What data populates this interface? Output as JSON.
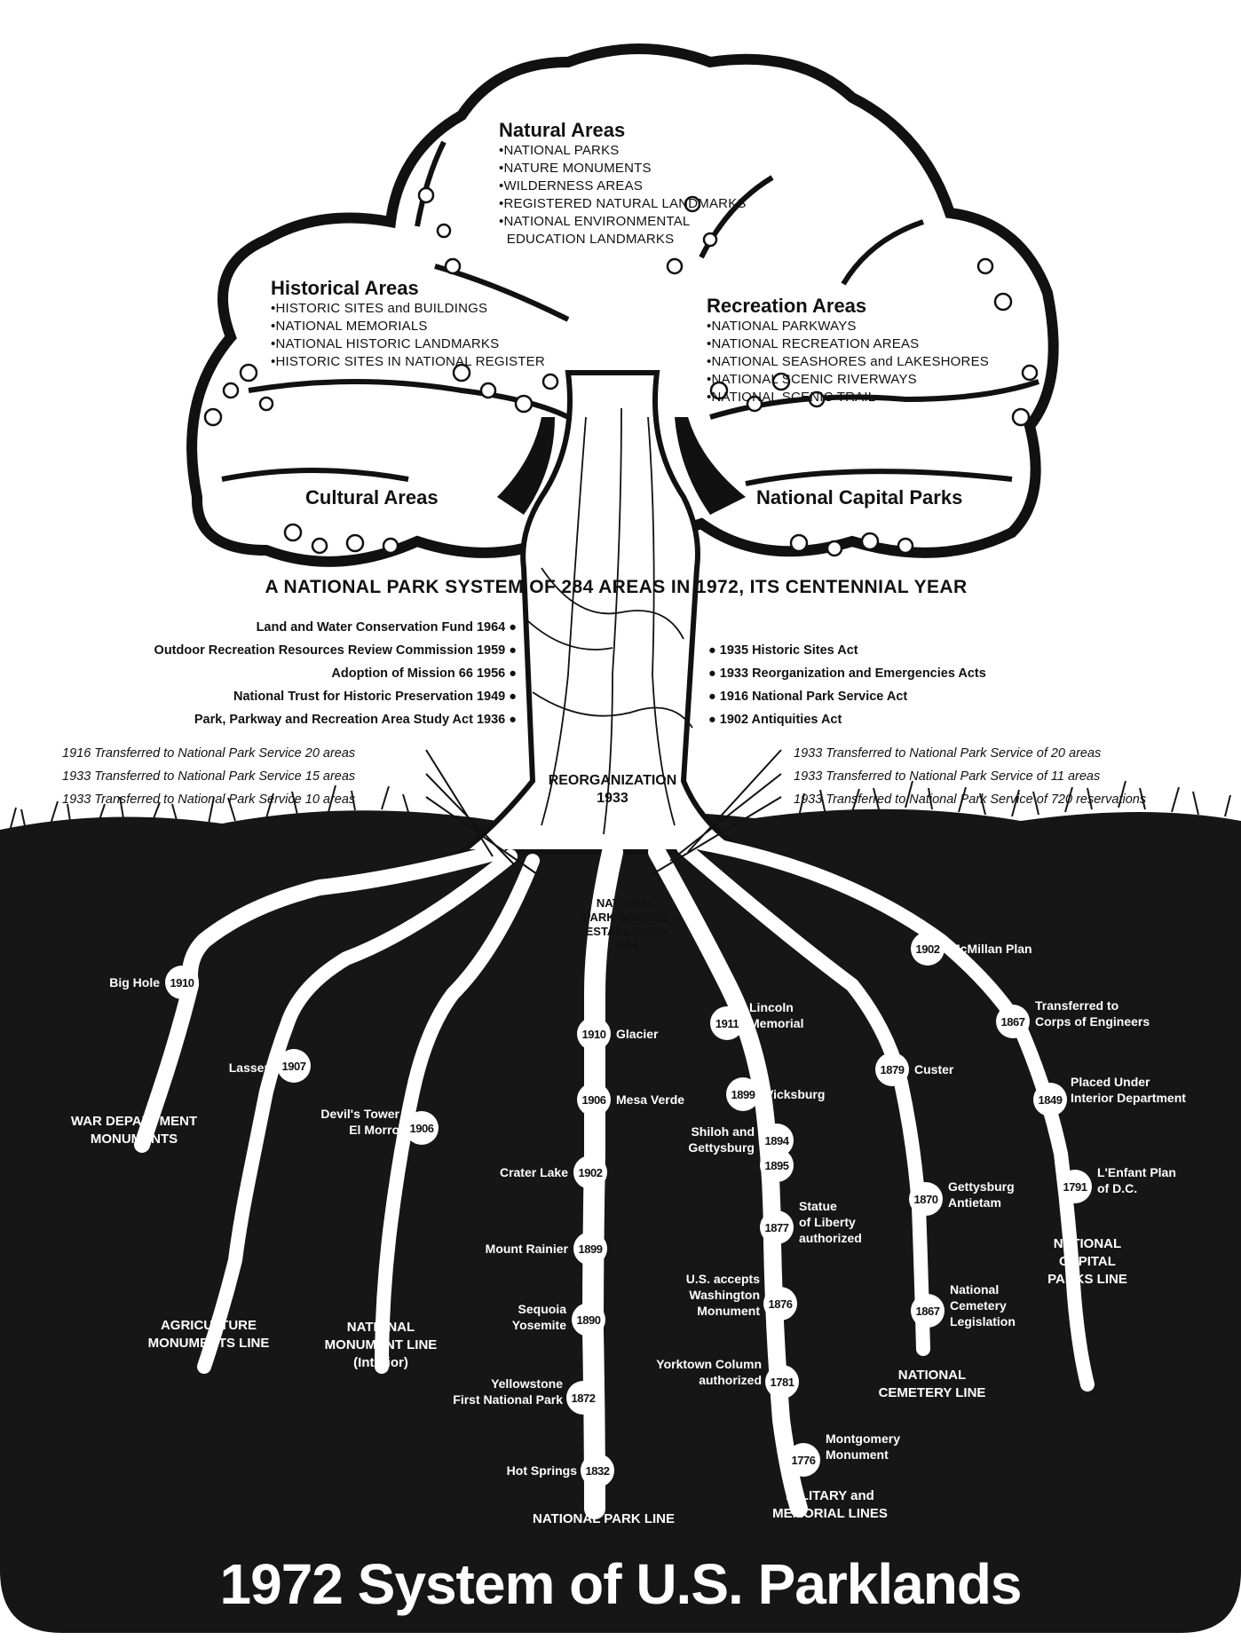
{
  "title": "1972 System of U.S. Parklands",
  "banner": "A NATIONAL PARK SYSTEM OF 284 AREAS IN 1972, ITS CENTENNIAL YEAR",
  "canopy": {
    "natural": {
      "heading": "Natural Areas",
      "items": [
        "•NATIONAL PARKS",
        "•NATURE MONUMENTS",
        "•WILDERNESS AREAS",
        "•REGISTERED NATURAL LANDMARKS",
        "•NATIONAL ENVIRONMENTAL",
        "  EDUCATION LANDMARKS"
      ]
    },
    "historical": {
      "heading": "Historical Areas",
      "items": [
        "•HISTORIC SITES and BUILDINGS",
        "•NATIONAL MEMORIALS",
        "•NATIONAL HISTORIC LANDMARKS",
        "•HISTORIC SITES IN NATIONAL REGISTER"
      ]
    },
    "recreation": {
      "heading": "Recreation Areas",
      "items": [
        "•NATIONAL PARKWAYS",
        "•NATIONAL RECREATION AREAS",
        "•NATIONAL SEASHORES and LAKESHORES",
        "•NATIONAL SCENIC RIVERWAYS",
        "•NATIONAL SCENIC TRAIL"
      ]
    },
    "cultural": {
      "heading": "Cultural Areas"
    },
    "capital": {
      "heading": "National Capital Parks"
    }
  },
  "acts_left": [
    "Land and Water Conservation Fund 1964 ●",
    "Outdoor Recreation Resources Review Commission 1959 ●",
    "Adoption of Mission 66 1956 ●",
    "National Trust for Historic Preservation 1949 ●",
    "Park, Parkway and Recreation Area Study Act 1936 ●"
  ],
  "acts_right": [
    "● 1935 Historic Sites Act",
    "● 1933 Reorganization and Emergencies Acts",
    "● 1916 National Park Service Act",
    "● 1902 Antiquities Act"
  ],
  "transfers_left": [
    "1916 Transferred to National Park Service 20 areas",
    "1933 Transferred to National Park Service 15 areas",
    "1933 Transferred to National Park Service 10 areas"
  ],
  "transfers_right": [
    "1933 Transferred to National Park Service of 20 areas",
    "1933 Transferred to National Park Service of 11 areas",
    "1933 Transferred to National Park Service of 720 reservations"
  ],
  "reorganization": {
    "label": "REORGANIZATION",
    "year": "1933"
  },
  "nps_established": [
    "NATIONAL",
    "PARK SERVICE",
    "ESTABLISHED",
    "1916"
  ],
  "lines": {
    "war": "WAR DEPARTMENT\nMONUMENTS",
    "agriculture": "AGRICULTURE\nMONUMENTS LINE",
    "monument": "NATIONAL\nMONUMENT LINE\n(Interior)",
    "park": "NATIONAL PARK LINE",
    "military": "MILITARY and\nMEMORIAL LINES",
    "cemetery": "NATIONAL\nCEMETERY LINE",
    "capital": "NATIONAL\nCAPITAL\nPARKS LINE"
  },
  "milestones": [
    {
      "label": "Big Hole",
      "year": "1910"
    },
    {
      "label": "Lassen",
      "year": "1907"
    },
    {
      "label": "Devil's Tower\nEl Morro",
      "year": "1906"
    },
    {
      "label": "Glacier",
      "year": "1910"
    },
    {
      "label": "Mesa Verde",
      "year": "1906"
    },
    {
      "label": "Crater Lake",
      "year": "1902"
    },
    {
      "label": "Mount Rainier",
      "year": "1899"
    },
    {
      "label": "Sequoia\nYosemite",
      "year": "1890"
    },
    {
      "label": "Yellowstone\nFirst National Park",
      "year": "1872"
    },
    {
      "label": "Hot Springs",
      "year": "1832"
    },
    {
      "label": "Lincoln\nMemorial",
      "year": "1911"
    },
    {
      "label": "Vicksburg",
      "year": "1899"
    },
    {
      "label": "Shiloh and\nGettysburg",
      "year": "1894"
    },
    {
      "label": "",
      "year": "1895"
    },
    {
      "label": "Statue\nof Liberty\nauthorized",
      "year": "1877"
    },
    {
      "label": "U.S. accepts\nWashington\nMonument",
      "year": "1876"
    },
    {
      "label": "Yorktown Column\nauthorized",
      "year": "1781"
    },
    {
      "label": "Montgomery\nMonument",
      "year": "1776"
    },
    {
      "label": "Custer",
      "year": "1879"
    },
    {
      "label": "Gettysburg\nAntietam",
      "year": "1870"
    },
    {
      "label": "National\nCemetery\nLegislation",
      "year": "1867"
    },
    {
      "label": "McMillan Plan",
      "year": "1902"
    },
    {
      "label": "Transferred to\nCorps of Engineers",
      "year": "1867"
    },
    {
      "label": "Placed Under\nInterior Department",
      "year": "1849"
    },
    {
      "label": "L'Enfant Plan\nof D.C.",
      "year": "1791"
    }
  ]
}
